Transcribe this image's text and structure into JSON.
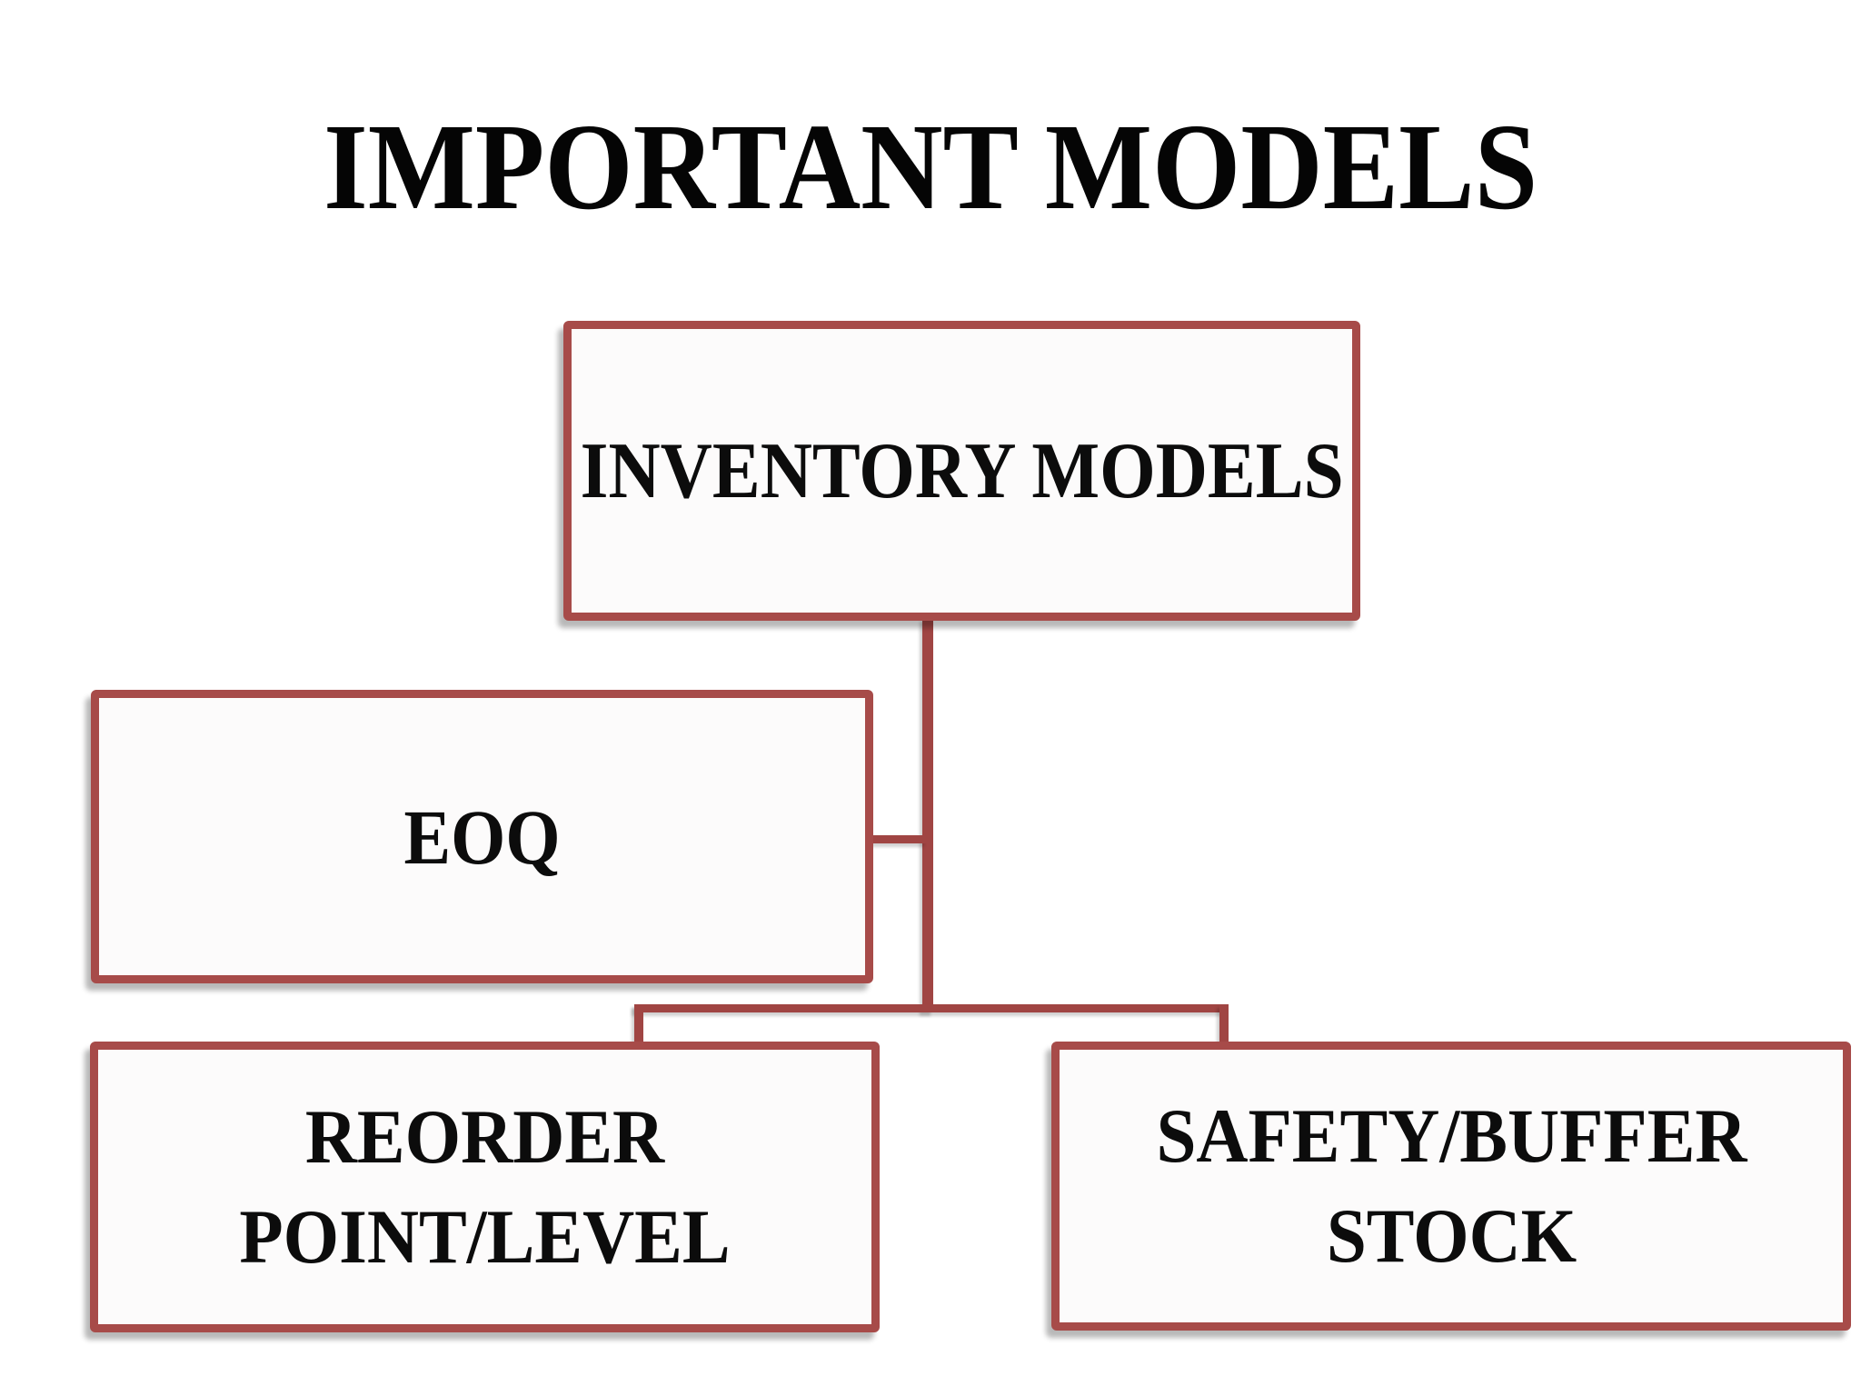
{
  "slide": {
    "title": "IMPORTANT MODELS",
    "theme": {
      "background": "#FFFFFF",
      "box_fill": "#FCFBFB",
      "box_border": "#A74B49",
      "connector": "#A04543",
      "text": "#0C0C0C"
    },
    "diagram": {
      "type": "hierarchy",
      "root": {
        "id": "inventory",
        "label": "INVENTORY MODELS"
      },
      "children": [
        {
          "id": "eoq",
          "label": "EOQ"
        },
        {
          "id": "reorder",
          "label_line1": "REORDER",
          "label_line2": "POINT/LEVEL"
        },
        {
          "id": "safety",
          "label_line1": "SAFETY/BUFFER",
          "label_line2": "STOCK"
        }
      ]
    }
  }
}
